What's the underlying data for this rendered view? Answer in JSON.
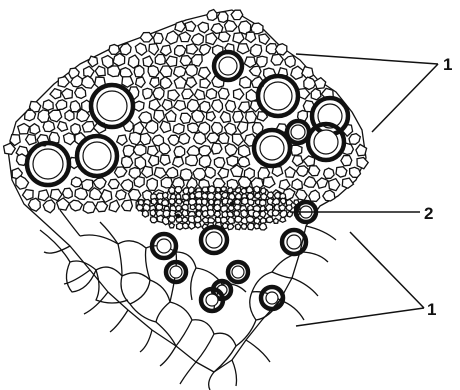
{
  "figure": {
    "labels": [
      {
        "id": "label-1-upper",
        "text": "1"
      },
      {
        "id": "label-2",
        "text": "2"
      },
      {
        "id": "label-1-lower",
        "text": "1"
      }
    ]
  }
}
